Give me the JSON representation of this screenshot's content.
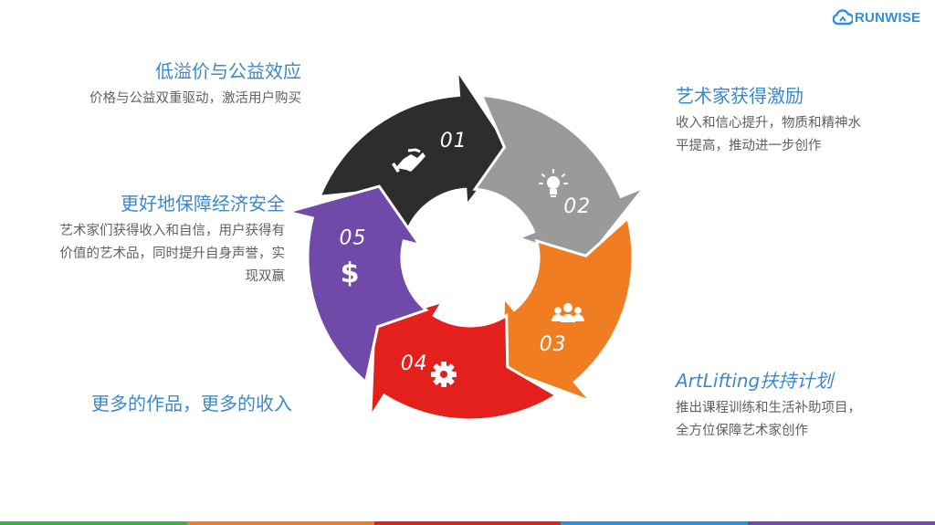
{
  "logo": {
    "text": "RUNWISE"
  },
  "steps": [
    {
      "number": "01",
      "title": "低溢价与公益效应",
      "description": "价格与公益双重驱动，激活用户购买",
      "icon": "handshake-icon",
      "color": "#2d2d2d"
    },
    {
      "number": "02",
      "title": "艺术家获得激励",
      "description": "收入和信心提升，物质和精神水平提高，推动进一步创作",
      "icon": "lightbulb-icon",
      "color": "#9a9a9a"
    },
    {
      "number": "03",
      "title": "ArtLifting扶持计划",
      "description": "推出课程训练和生活补助项目，全方位保障艺术家创作",
      "icon": "people-group-icon",
      "color": "#f07d22"
    },
    {
      "number": "04",
      "title": "更多的作品，更多的收入",
      "description": "",
      "icon": "gear-icon",
      "color": "#e3201b"
    },
    {
      "number": "05",
      "title": "更好地保障经济安全",
      "description": "艺术家们获得收入和自信，用户获得有价值的艺术品，同时提升自身声誉，实现双赢",
      "icon": "dollar-icon",
      "color": "#6f4aa8"
    }
  ],
  "colors": {
    "title_text": "#3d88c9",
    "description_text": "#606060",
    "bottom_bar": [
      "#3fae49",
      "#f07d22",
      "#e3201b",
      "#2f8fd8",
      "#6f4aa8"
    ]
  }
}
